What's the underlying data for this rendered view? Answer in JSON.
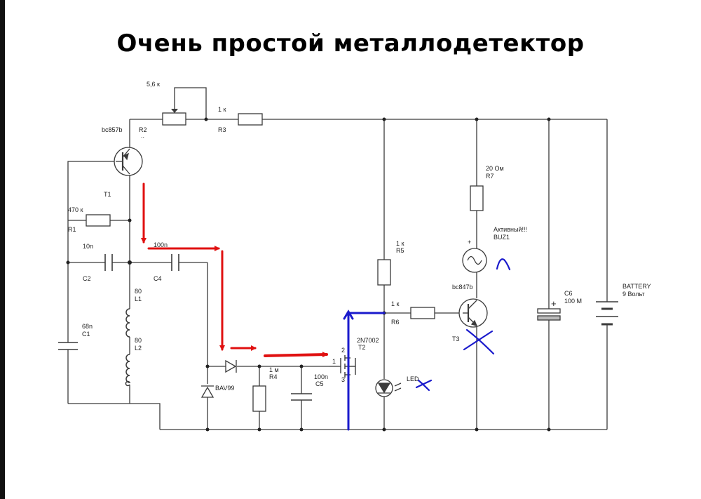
{
  "title": "Очень простой металлодетектор",
  "labels": {
    "r2_value": "5,6 к",
    "r2_name": "R2",
    "r2_extra": "..",
    "r3_value": "1 к",
    "r3_name": "R3",
    "t1_model": "bc857b",
    "t1_name": "T1",
    "r1_value": "470 к",
    "r1_name": "R1",
    "c2_value": "10n",
    "c2_name": "C2",
    "c4_value": "100n",
    "c4_name": "C4",
    "c1_value": "68n",
    "c1_name": "C1",
    "l1_value": "80",
    "l1_name": "L1",
    "l2_value": "80",
    "l2_name": "L2",
    "d_name": "BAV99",
    "r4_value": "1 м",
    "r4_name": "R4",
    "c5_value": "100n",
    "c5_name": "C5",
    "t2_model": "2N7002",
    "t2_name": "T2",
    "t2_pin1": "1",
    "t2_pin2": "2",
    "t2_pin3": "3",
    "r5_value": "1 к",
    "r5_name": "R5",
    "r6_value": "1 к",
    "r6_name": "R6",
    "led_name": "LED",
    "r7_value": "20 Ом",
    "r7_name": "R7",
    "buz_desc": "Активный!!!",
    "buz_name": "BUZ1",
    "buz_plus": "+",
    "t3_model": "bc847b",
    "t3_name": "T3",
    "c6_name": "C6",
    "c6_value": "100 М",
    "c6_plus": "+",
    "bat_name": "BATTERY",
    "bat_value": "9 Вольт"
  },
  "colors": {
    "wire": "#3a3a3a",
    "arrow_red": "#e01010",
    "path_blue": "#1a1acc",
    "mark_blue": "#1a1acc"
  }
}
